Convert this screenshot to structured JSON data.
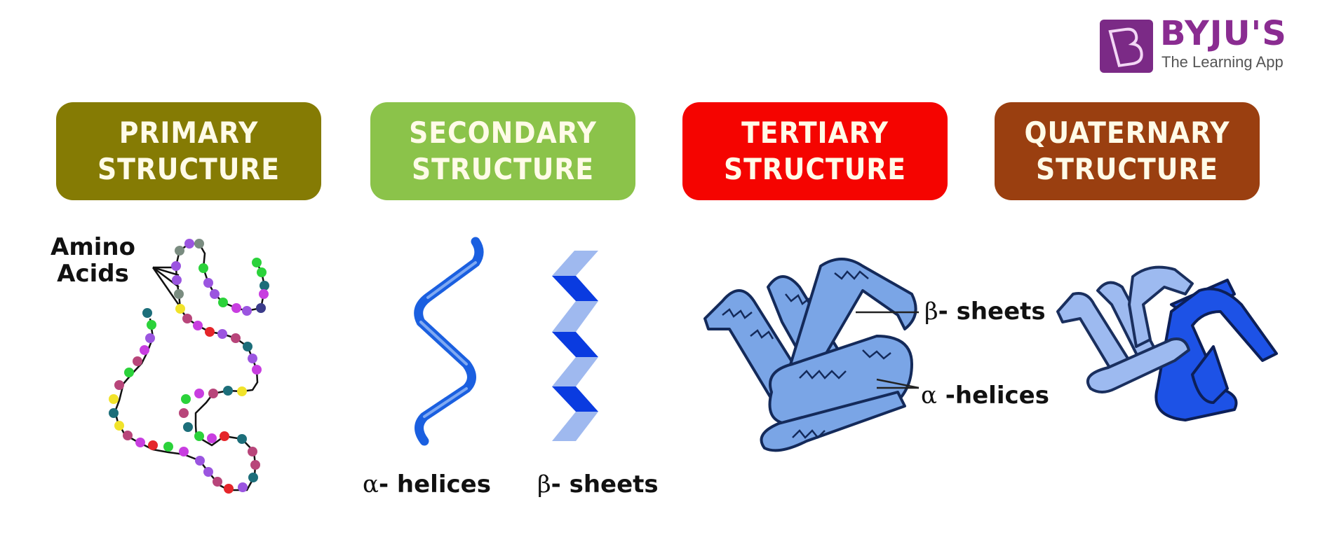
{
  "logo": {
    "name": "BYJU'S",
    "tagline": "The Learning App",
    "color": "#8a2c91"
  },
  "structures": [
    {
      "line1": "PRIMARY",
      "line2": "STRUCTURE",
      "color": "#857b04"
    },
    {
      "line1": "SECONDARY",
      "line2": "STRUCTURE",
      "color": "#8bc34a"
    },
    {
      "line1": "TERTIARY",
      "line2": "STRUCTURE",
      "color": "#f50400"
    },
    {
      "line1": "QUATERNARY",
      "line2": "STRUCTURE",
      "color": "#9a3f10"
    }
  ],
  "labels": {
    "amino_1": "Amino",
    "amino_2": "Acids",
    "alpha_symbol": "α",
    "beta_symbol": "β",
    "secondary_alpha": "- helices",
    "secondary_beta": "- sheets",
    "tertiary_beta": "- sheets",
    "tertiary_alpha": " -helices"
  },
  "colors": {
    "helix": "#1a5fe0",
    "sheet_dark": "#0a3be0",
    "sheet_light": "#9fb9ef",
    "tertiary_fill": "#7aa5e6",
    "quat_light": "#9dbaf0",
    "quat_dark": "#1d52e6"
  }
}
